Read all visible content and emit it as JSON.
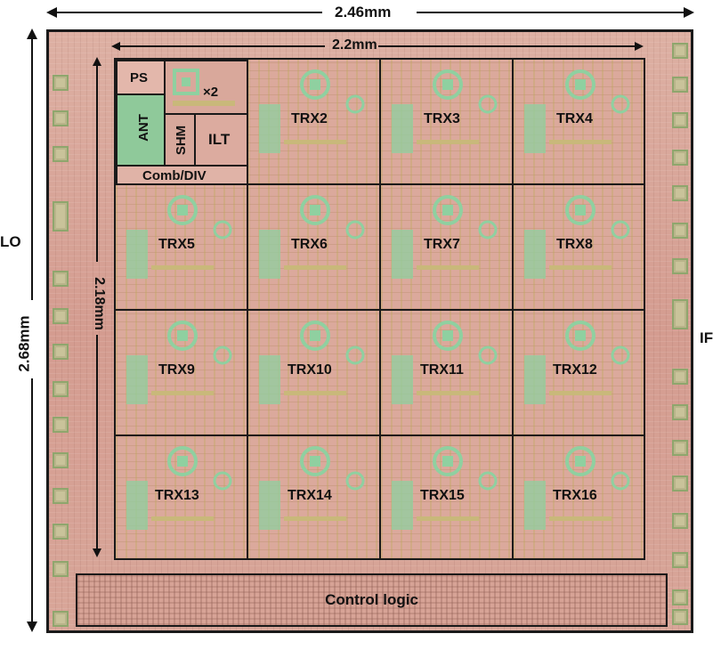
{
  "dimensions": {
    "die_width": "2.46mm",
    "die_height": "2.68mm",
    "array_width": "2.2mm",
    "array_height": "2.18mm"
  },
  "ports": {
    "left": "LO",
    "right": "IF"
  },
  "first_cell": {
    "ps": "PS",
    "multiplier": "×2",
    "ant": "ANT",
    "shm": "SHM",
    "ilt": "ILT",
    "comb_div": "Comb/DIV"
  },
  "cells": [
    "TRX2",
    "TRX3",
    "TRX4",
    "TRX5",
    "TRX6",
    "TRX7",
    "TRX8",
    "TRX9",
    "TRX10",
    "TRX11",
    "TRX12",
    "TRX13",
    "TRX14",
    "TRX15",
    "TRX16"
  ],
  "control_logic": "Control logic",
  "colors": {
    "substrate": "#d9a497",
    "metal_green": "#8fd0a0",
    "pad": "#c9c39a",
    "outline": "#1a1a1a"
  }
}
